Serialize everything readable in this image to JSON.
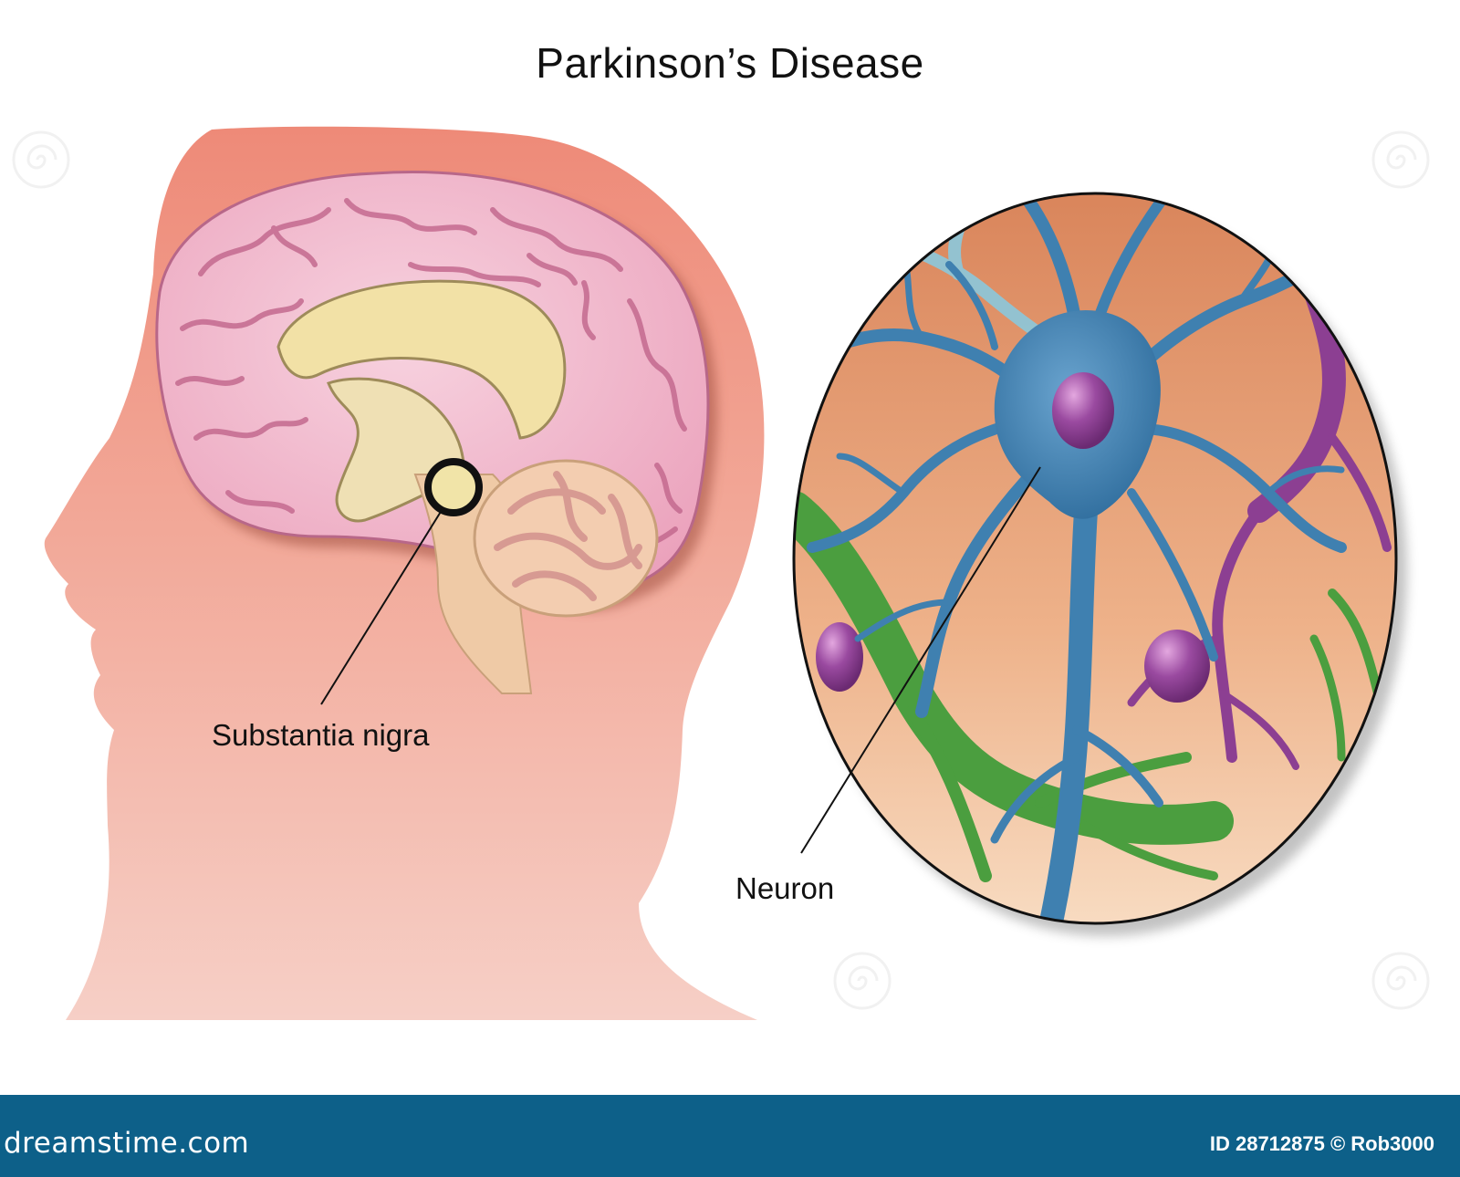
{
  "diagram": {
    "title": "Parkinson’s Disease",
    "labels": {
      "substantia_nigra": "Substantia nigra",
      "neuron": "Neuron"
    }
  },
  "footer": {
    "site": "dreamstime.com",
    "image_id": "ID 28712875 © Rob3000",
    "background_color": "#0d6089"
  },
  "colors": {
    "head": "#f0a59a",
    "brain": "#f2b8cc",
    "brain_fold": "#c46a8f",
    "neuron": "#3f80b0",
    "nucleus": "#8e3f8c",
    "glia_green": "#4b9e3f"
  }
}
